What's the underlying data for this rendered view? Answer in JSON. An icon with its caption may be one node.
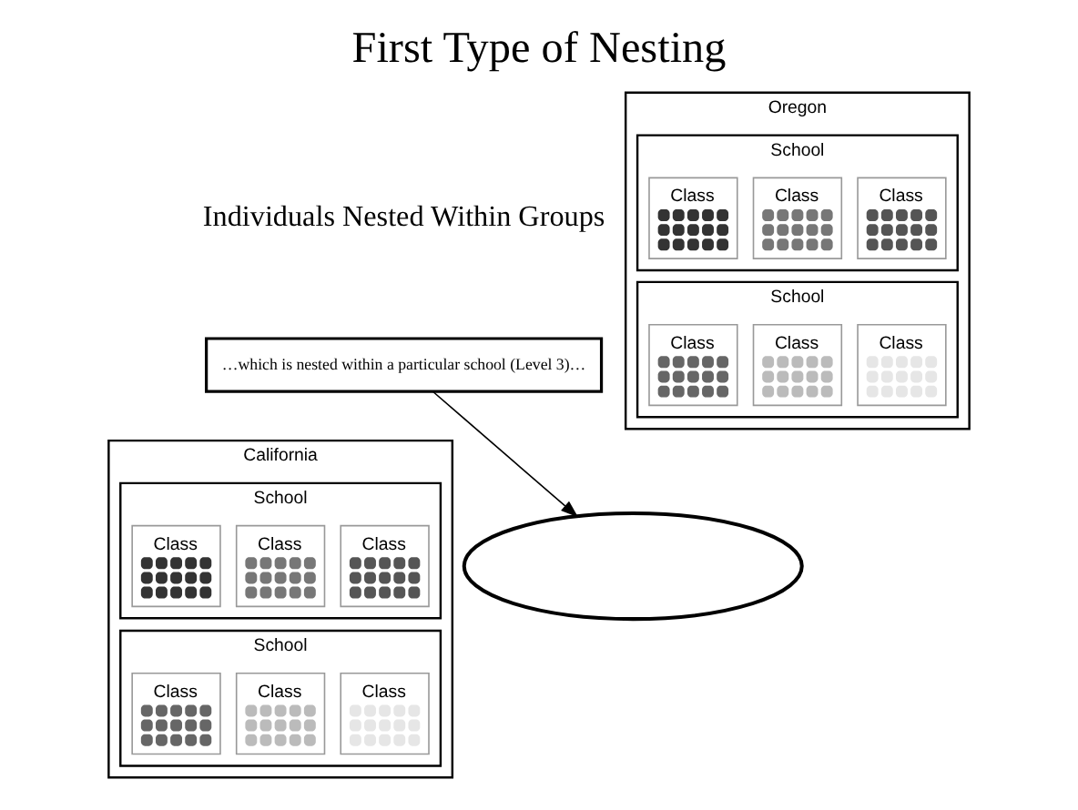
{
  "diagram": {
    "title": "First Type of Nesting",
    "nodes": [
      {
        "text": [
          "…which is nested within a particular school (Level 3)…"
        ]
      },
      {
        "text": [
          "California"
        ]
      },
      {
        "text": [
          "School"
        ],
        "in": 1
      },
      {
        "text": [
          "Class"
        ],
        "in": 2
      },
      {
        "text": [
          "Class"
        ],
        "in": 2
      },
      {
        "text": [
          "Class"
        ],
        "in": 2
      },
      {
        "text": [
          "School"
        ],
        "in": 1
      },
      {
        "text": [
          "Class"
        ],
        "in": 6
      },
      {
        "text": [
          "Class"
        ],
        "in": 6
      },
      {
        "text": [
          "Class"
        ],
        "in": 6
      },
      {
        "text": [
          "Oregon"
        ]
      },
      {
        "text": [
          "School"
        ],
        "in": 10
      },
      {
        "text": [
          "Class"
        ],
        "in": 11
      },
      {
        "text": [
          "Class"
        ],
        "in": 11
      },
      {
        "text": [
          "Class"
        ],
        "in": 11
      },
      {
        "text": [
          "School"
        ],
        "in": 10
      },
      {
        "text": [
          "Class"
        ],
        "in": 15
      },
      {
        "text": [
          "Class"
        ],
        "in": 15
      },
      {
        "text": [
          "Class"
        ],
        "in": 15
      },
      {
        "text": [],
        "shape": "ellipse"
      }
    ],
    "edges": [
      {
        "from": 0,
        "to": 19,
        "arrow": "to"
      }
    ],
    "labels": [
      "Individuals Nested Within Groups"
    ]
  }
}
